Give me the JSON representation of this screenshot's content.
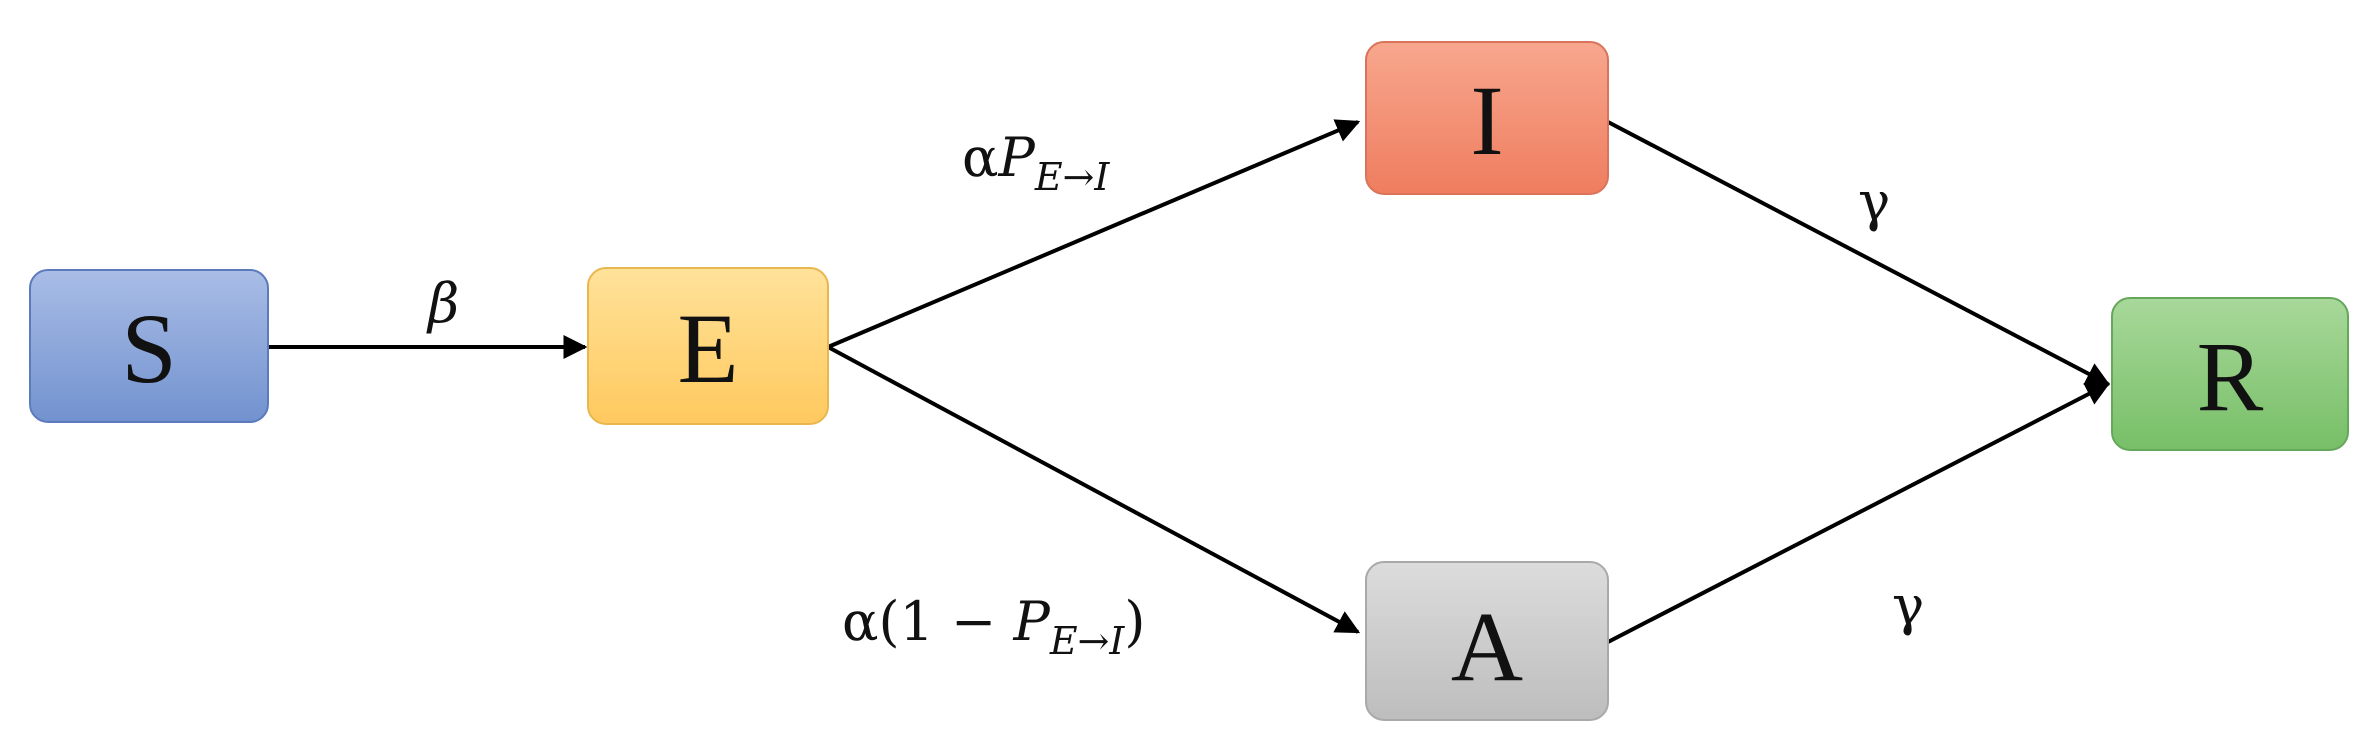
{
  "nodes": [
    {
      "id": "S",
      "label": "S",
      "fill_top": "#a9bde6",
      "fill_bottom": "#7292cf",
      "stroke": "#5b7bbd"
    },
    {
      "id": "E",
      "label": "E",
      "fill_top": "#ffe29a",
      "fill_bottom": "#ffc95e",
      "stroke": "#e9b74f"
    },
    {
      "id": "I",
      "label": "I",
      "fill_top": "#f7a78e",
      "fill_bottom": "#ef7d5f",
      "stroke": "#d9735a"
    },
    {
      "id": "A",
      "label": "A",
      "fill_top": "#dcdcdc",
      "fill_bottom": "#bdbdbd",
      "stroke": "#a9a9a9"
    },
    {
      "id": "R",
      "label": "R",
      "fill_top": "#a8d89a",
      "fill_bottom": "#77bf67",
      "stroke": "#66a85b"
    }
  ],
  "edges": [
    {
      "from": "S",
      "to": "E",
      "rate": "β"
    },
    {
      "from": "E",
      "to": "I",
      "rate_prefix": "α",
      "rate_var": "P",
      "rate_sub": "E→I"
    },
    {
      "from": "E",
      "to": "A",
      "rate_prefix": "α(1 − ",
      "rate_var": "P",
      "rate_sub": "E→I",
      "rate_suffix": ")"
    },
    {
      "from": "I",
      "to": "R",
      "rate": "γ"
    },
    {
      "from": "A",
      "to": "R",
      "rate": "γ"
    }
  ],
  "colors": {
    "edge": "#000000"
  }
}
